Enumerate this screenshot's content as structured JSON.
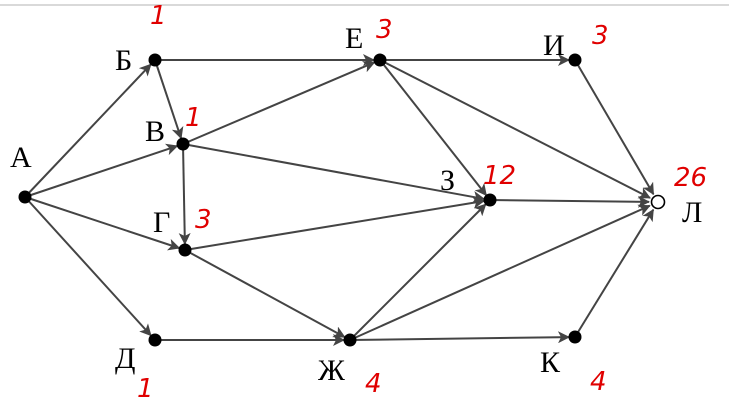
{
  "colors": {
    "edge": "#444444",
    "node": "#000000",
    "handwritten": "#e00000",
    "background": "#ffffff"
  },
  "nodes": [
    {
      "id": "A",
      "label": "А",
      "count": "",
      "style": "filled"
    },
    {
      "id": "B",
      "label": "Б",
      "count": "1",
      "style": "filled"
    },
    {
      "id": "V",
      "label": "В",
      "count": "1",
      "style": "filled"
    },
    {
      "id": "G",
      "label": "Г",
      "count": "3",
      "style": "filled"
    },
    {
      "id": "D",
      "label": "Д",
      "count": "1",
      "style": "filled"
    },
    {
      "id": "E",
      "label": "Е",
      "count": "3",
      "style": "filled"
    },
    {
      "id": "Zh",
      "label": "Ж",
      "count": "4",
      "style": "filled"
    },
    {
      "id": "Z",
      "label": "З",
      "count": "12",
      "style": "filled"
    },
    {
      "id": "I",
      "label": "И",
      "count": "3",
      "style": "filled"
    },
    {
      "id": "K",
      "label": "К",
      "count": "4",
      "style": "filled"
    },
    {
      "id": "L",
      "label": "Л",
      "count": "26",
      "style": "open"
    }
  ],
  "edges": [
    {
      "from": "A",
      "to": "B"
    },
    {
      "from": "A",
      "to": "V"
    },
    {
      "from": "A",
      "to": "G"
    },
    {
      "from": "A",
      "to": "D"
    },
    {
      "from": "B",
      "to": "E"
    },
    {
      "from": "B",
      "to": "V"
    },
    {
      "from": "V",
      "to": "E"
    },
    {
      "from": "V",
      "to": "G"
    },
    {
      "from": "V",
      "to": "Z"
    },
    {
      "from": "G",
      "to": "Z"
    },
    {
      "from": "G",
      "to": "Zh"
    },
    {
      "from": "D",
      "to": "Zh"
    },
    {
      "from": "E",
      "to": "I"
    },
    {
      "from": "E",
      "to": "Z"
    },
    {
      "from": "E",
      "to": "L"
    },
    {
      "from": "I",
      "to": "L"
    },
    {
      "from": "Z",
      "to": "L"
    },
    {
      "from": "Zh",
      "to": "Z"
    },
    {
      "from": "Zh",
      "to": "L"
    },
    {
      "from": "Zh",
      "to": "K"
    },
    {
      "from": "K",
      "to": "L"
    }
  ]
}
